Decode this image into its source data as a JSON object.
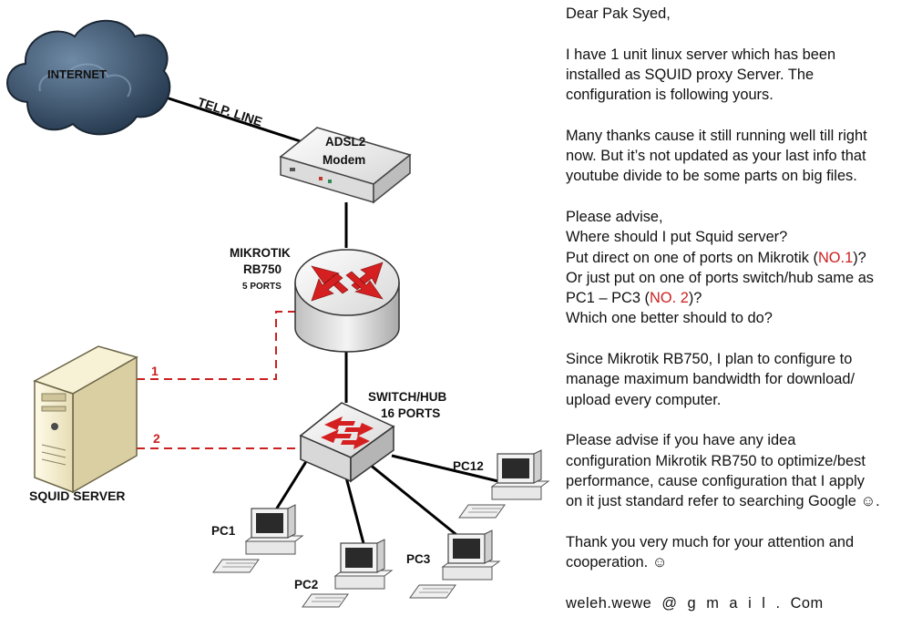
{
  "diagram": {
    "internet_label": "INTERNET",
    "line_label": "TELP. LINE",
    "modem_label_line1": "ADSL2",
    "modem_label_line2": "Modem",
    "router_label_line1": "MIKROTIK",
    "router_label_line2": "RB750",
    "router_label_line3": "5 PORTS",
    "switch_label_line1": "SWITCH/HUB",
    "switch_label_line2": "16 PORTS",
    "server_label": "SQUID SERVER",
    "option1_label": "1",
    "option2_label": "2",
    "pc_labels": [
      "PC1",
      "PC2",
      "PC3",
      "PC12"
    ],
    "colors": {
      "option_line": "#cc2020",
      "cloud": "#3d566e",
      "link": "#000000"
    }
  },
  "letter": {
    "greeting": "Dear Pak Syed,",
    "para1": [
      "I have 1 unit linux server which has been",
      "installed as SQUID proxy Server.  The",
      "configuration is following yours."
    ],
    "para2": [
      "Many thanks cause it still running well till right",
      "now.  But it’s not updated as your last info that",
      "youtube divide to be some parts on big files."
    ],
    "para3": {
      "line1": "Please advise,",
      "line2": "Where should I put Squid server?",
      "line3_pre": "Put direct on one of ports on Mikrotik (",
      "line3_ref": "NO.1",
      "line3_post": ")?",
      "line4": "Or just put on one of ports switch/hub same as",
      "line5_pre": "PC1 – PC3 (",
      "line5_ref": "NO. 2",
      "line5_post": ")?",
      "line6": "Which one better should to do?"
    },
    "para4": [
      "Since Mikrotik RB750, I plan to configure to",
      "manage maximum bandwidth for download/",
      "upload every computer."
    ],
    "para5": [
      "Please advise if you have any idea",
      "configuration Mikrotik RB750 to optimize/best",
      "performance, cause configuration that I apply",
      "on it just standard refer to searching Google ☺."
    ],
    "para6": [
      "Thank you very much for your attention and",
      "cooperation. ☺"
    ],
    "email": "weleh.wewe  @ g m a i l . Com"
  }
}
